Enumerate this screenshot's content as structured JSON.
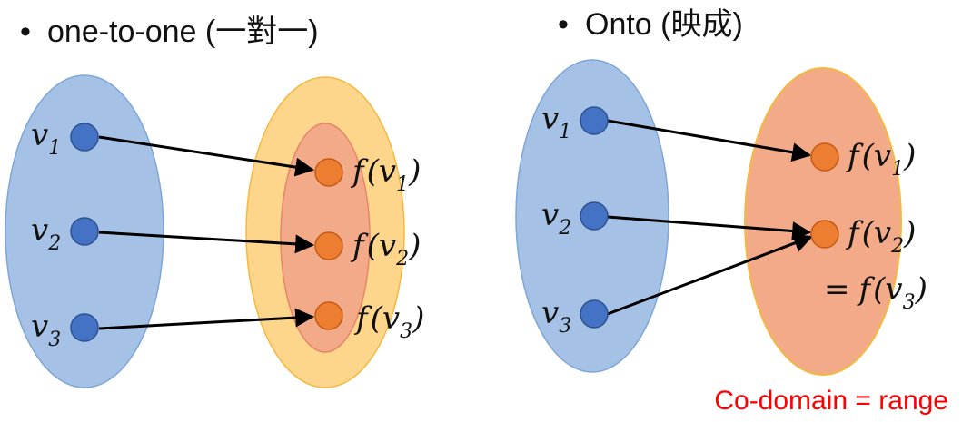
{
  "titles": {
    "left": "one-to-one (一對一)",
    "right": "Onto (映成)"
  },
  "bullet": "•",
  "note": "Co-domain = range",
  "colors": {
    "domain_fill": "#a5c2e6",
    "domain_stroke": "#7ea6d6",
    "codomain_fill": "#fdd58b",
    "codomain_stroke": "#f4b940",
    "range_fill": "#f3aa88",
    "range_stroke": "#e8846a",
    "node_blue": "#4472c4",
    "node_blue_stroke": "#2f528f",
    "node_orange": "#ed7d31",
    "node_orange_stroke": "#c55a11",
    "arrow": "#000000",
    "note": "#ff0000"
  },
  "left": {
    "domain_labels": [
      {
        "base": "v",
        "sub": "1"
      },
      {
        "base": "v",
        "sub": "2"
      },
      {
        "base": "v",
        "sub": "3"
      }
    ],
    "image_labels": [
      {
        "fn": "f",
        "open": "(",
        "base": "v",
        "sub": "1",
        "close": ")"
      },
      {
        "fn": "f",
        "open": "(",
        "base": "v",
        "sub": "2",
        "close": ")"
      },
      {
        "fn": "f",
        "open": "(",
        "base": "v",
        "sub": "3",
        "close": ")"
      }
    ]
  },
  "right": {
    "domain_labels": [
      {
        "base": "v",
        "sub": "1"
      },
      {
        "base": "v",
        "sub": "2"
      },
      {
        "base": "v",
        "sub": "3"
      }
    ],
    "image_labels": [
      {
        "fn": "f",
        "open": "(",
        "base": "v",
        "sub": "1",
        "close": ")"
      },
      {
        "fn": "f",
        "open": "(",
        "base": "v",
        "sub": "2",
        "close": ")"
      }
    ],
    "equality_label": {
      "eq": "=",
      "fn": "f",
      "open": "(",
      "base": "v",
      "sub": "3",
      "close": ")"
    }
  }
}
